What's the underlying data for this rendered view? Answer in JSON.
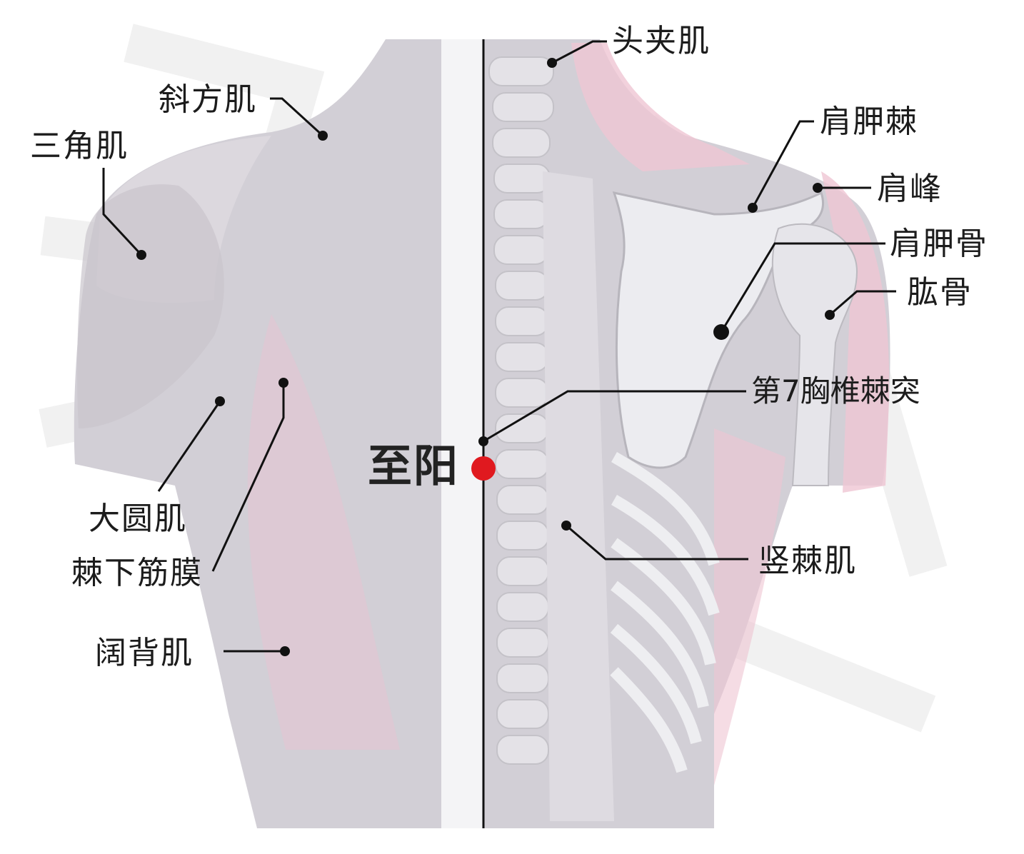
{
  "acupoint": {
    "name": "至阳",
    "marker_color": "#e0191f"
  },
  "labels": {
    "splenius": "头夹肌",
    "trapezius": "斜方肌",
    "deltoid": "三角肌",
    "scapular_spine": "肩胛棘",
    "acromion": "肩峰",
    "scapula": "肩胛骨",
    "humerus": "肱骨",
    "t7_spinous": "第7胸椎棘突",
    "teres_major": "大圆肌",
    "infraspinous_fascia": "棘下筋膜",
    "erector_spinae": "竖棘肌",
    "latissimus": "阔背肌"
  },
  "colors": {
    "body": "#cfcbd3",
    "pink": "#efc4d2",
    "bone": "#eeeef1",
    "line": "#111111"
  }
}
